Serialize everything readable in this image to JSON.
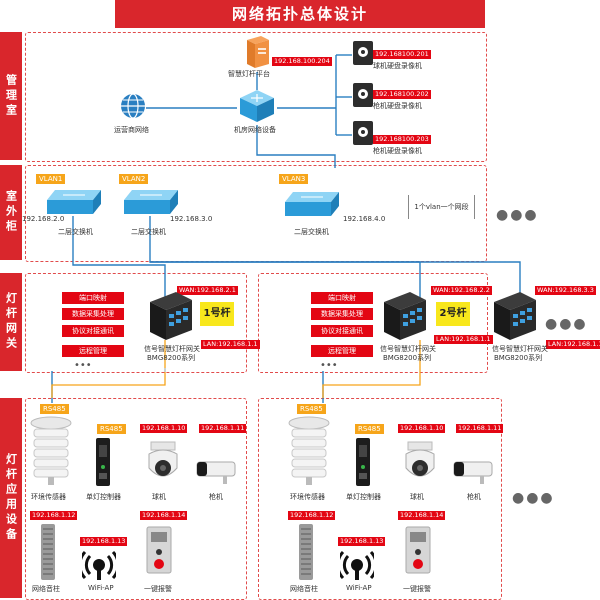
{
  "title": "网络拓扑总体设计",
  "side_labels": {
    "mgmt": "管理室",
    "cabinet": "室外柜",
    "gateway": "灯杆网关",
    "devices": "灯杆应用设备"
  },
  "mgmt": {
    "platform_ip": "192.168.100.204",
    "platform_label": "智慧灯杆平台",
    "operator_label": "运营商网络",
    "core_label": "机房网络设备",
    "nvr": [
      {
        "ip": "192.168100.201",
        "label": "球机硬盘录像机"
      },
      {
        "ip": "192.168100.202",
        "label": "枪机硬盘录像机"
      },
      {
        "ip": "192.168100.203",
        "label": "枪机硬盘录像机"
      }
    ]
  },
  "cabinet": {
    "switches": [
      {
        "vlan": "VLAN1",
        "ip": "192.168.2.0",
        "label": "二层交换机"
      },
      {
        "vlan": "VLAN2",
        "ip": "192.168.3.0",
        "label": "二层交换机"
      },
      {
        "vlan": "VLAN3",
        "ip": "192.168.4.0",
        "label": "二层交换机"
      }
    ],
    "note": "1个vlan一个网段",
    "more": "●●●"
  },
  "gateway": {
    "functions": [
      "端口映射",
      "数据采集处理",
      "协议对接通讯",
      "远程管理"
    ],
    "gw1": {
      "wan": "WAN:192.168.2.1",
      "lan": "LAN:192.168.1.1",
      "tag": "1号杆",
      "name": "信号智慧灯杆网关",
      "model": "BMG8200系列"
    },
    "gw2": {
      "wan": "WAN:192.168.2.2",
      "lan": "LAN:192.168.1.1",
      "tag": "2号杆",
      "name": "信号智慧灯杆网关",
      "model": "BMG8200系列"
    },
    "gw3": {
      "wan": "WAN:192.168.3.3",
      "lan": "LAN:192.168.1.1",
      "name": "信号智慧灯杆网关",
      "model": "BMG8200系列"
    },
    "more": "●●●",
    "small_dots": "•••"
  },
  "devices": {
    "group1": {
      "rs485_a": "RS485",
      "rs485_b": "RS485",
      "sensor_label": "环境传感器",
      "ctrl_label": "单灯控制器",
      "dome_ip": "192.168.1.10",
      "dome_label": "球机",
      "bullet_ip": "192.168.1.11",
      "bullet_label": "枪机",
      "speaker_ip": "192.168.1.12",
      "speaker_label": "网络音柱",
      "wifi_ip": "192.168.1.13",
      "wifi_label": "WiFi-AP",
      "alarm_ip": "192.168.1.14",
      "alarm_label": "一键报警"
    },
    "group2": {
      "rs485_a": "RS485",
      "rs485_b": "RS485",
      "sensor_label": "环境传感器",
      "ctrl_label": "单灯控制器",
      "dome_ip": "192.168.1.10",
      "dome_label": "球机",
      "bullet_ip": "192.168.1.11",
      "bullet_label": "枪机",
      "speaker_ip": "192.168.1.12",
      "speaker_label": "网络音柱",
      "wifi_ip": "192.168.1.13",
      "wifi_label": "WiFi-AP",
      "alarm_ip": "192.168.1.14",
      "alarm_label": "一键报警"
    },
    "more": "●●●"
  },
  "colors": {
    "accent": "#d9262c",
    "ip_bg": "#e30613",
    "orange": "#f6a51a",
    "line_blue": "#2a7fc1"
  }
}
